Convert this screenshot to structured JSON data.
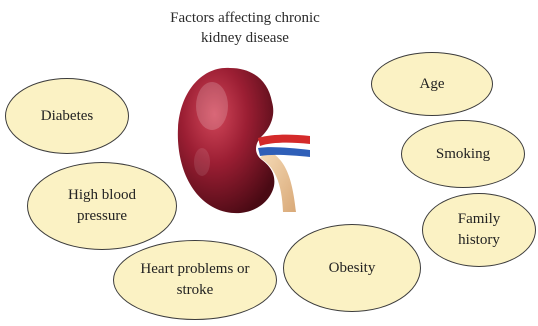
{
  "title": "Factors affecting chronic kidney disease",
  "factors": {
    "diabetes": "Diabetes",
    "high_blood_pressure": "High blood pressure",
    "heart_problems": "Heart problems or stroke",
    "obesity": "Obesity",
    "age": "Age",
    "smoking": "Smoking",
    "family_history": "Family history"
  },
  "colors": {
    "bubble_fill": "#fbf2c4",
    "bubble_border": "#3c3c3c",
    "kidney": "#8e1a2c",
    "artery": "#d42a2a",
    "vein": "#2f5fb8",
    "ureter": "#e9c49a"
  }
}
